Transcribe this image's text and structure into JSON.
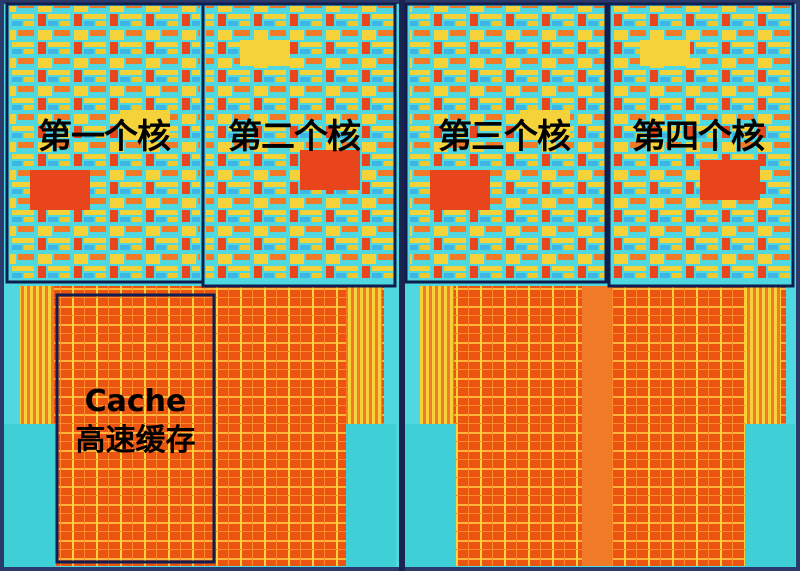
{
  "core_labels": [
    "第一个核",
    "第二个核",
    "第三个核",
    "第四个核"
  ],
  "cache_label": {
    "line1": "Cache",
    "line2": "高速缓存"
  },
  "colors": {
    "background": "#1a1a2e",
    "cyan": "#4fd8e0",
    "cache_orange": "#f05a14",
    "cache_line": "#ffd23c",
    "logic_yellow": "#f5d23a",
    "highlight_box": "#0e1e50"
  }
}
